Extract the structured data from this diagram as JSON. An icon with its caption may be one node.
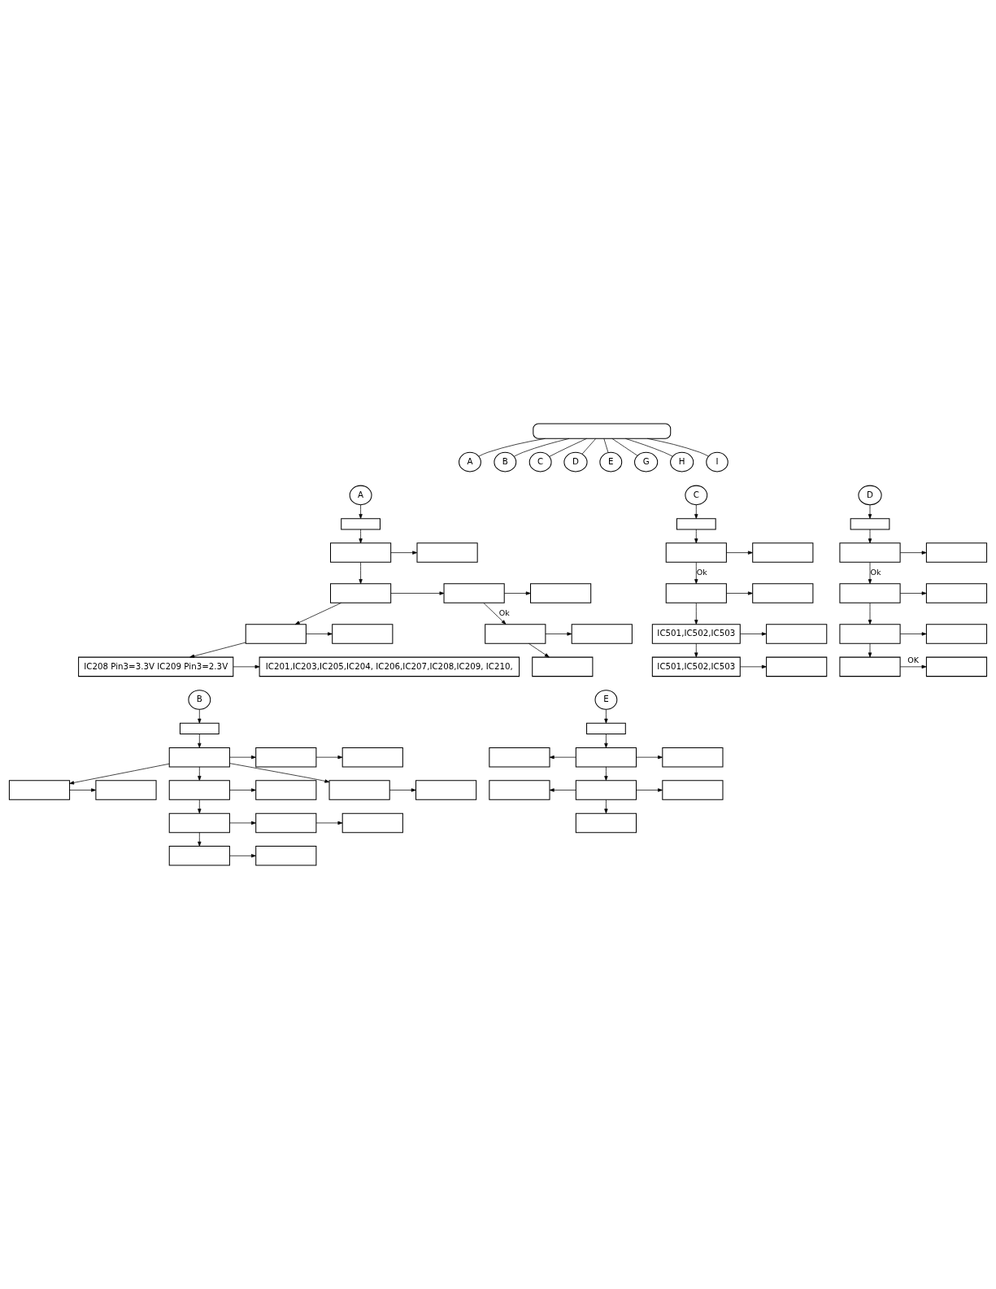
{
  "diagram": {
    "nodes": [
      {
        "text": [],
        "shape": "box"
      },
      {
        "text": [
          "A"
        ]
      },
      {
        "text": [
          "B"
        ]
      },
      {
        "text": [
          "C"
        ]
      },
      {
        "text": [
          "D"
        ]
      },
      {
        "text": [
          "E"
        ]
      },
      {
        "text": [
          "G"
        ]
      },
      {
        "text": [
          "H"
        ]
      },
      {
        "text": [
          "I"
        ]
      },
      {
        "text": [
          "A"
        ]
      },
      {
        "text": [],
        "shape": "box"
      },
      {
        "text": [],
        "shape": "box"
      },
      {
        "text": [],
        "shape": "box"
      },
      {
        "text": [],
        "shape": "box"
      },
      {
        "text": [],
        "shape": "box"
      },
      {
        "text": [],
        "shape": "box"
      },
      {
        "text": [],
        "shape": "box"
      },
      {
        "text": [],
        "shape": "box"
      },
      {
        "text": [],
        "shape": "box"
      },
      {
        "text": [],
        "shape": "box"
      },
      {
        "text": [],
        "shape": "box"
      },
      {
        "text": [
          "IC208 Pin3=3.3V IC209 Pin3=2.3V"
        ]
      },
      {
        "text": [
          "IC201,IC203,IC205,IC204, IC206,IC207,IC208,IC209, IC210,"
        ]
      },
      {
        "text": [
          "B"
        ]
      },
      {
        "text": [],
        "shape": "box"
      },
      {
        "text": [],
        "shape": "box"
      },
      {
        "text": [],
        "shape": "box"
      },
      {
        "text": [],
        "shape": "box"
      },
      {
        "text": [],
        "shape": "box"
      },
      {
        "text": [],
        "shape": "box"
      },
      {
        "text": [],
        "shape": "box"
      },
      {
        "text": [],
        "shape": "box"
      },
      {
        "text": [],
        "shape": "box"
      },
      {
        "text": [],
        "shape": "box"
      },
      {
        "text": [],
        "shape": "box"
      },
      {
        "text": [],
        "shape": "box"
      },
      {
        "text": [],
        "shape": "box"
      },
      {
        "text": [],
        "shape": "box"
      },
      {
        "text": [],
        "shape": "box"
      },
      {
        "text": [
          "C"
        ]
      },
      {
        "text": [],
        "shape": "box"
      },
      {
        "text": [],
        "shape": "box"
      },
      {
        "text": [],
        "shape": "box"
      },
      {
        "text": [],
        "shape": "box"
      },
      {
        "text": [],
        "shape": "box"
      },
      {
        "text": [
          "IC501,IC502,IC503"
        ]
      },
      {
        "text": [],
        "shape": "box"
      },
      {
        "text": [
          "IC501,IC502,IC503"
        ]
      },
      {
        "text": [],
        "shape": "box"
      },
      {
        "text": [
          "D"
        ]
      },
      {
        "text": [],
        "shape": "box"
      },
      {
        "text": [],
        "shape": "box"
      },
      {
        "text": [],
        "shape": "box"
      },
      {
        "text": [],
        "shape": "box"
      },
      {
        "text": [],
        "shape": "box"
      },
      {
        "text": [],
        "shape": "box"
      },
      {
        "text": [],
        "shape": "box"
      },
      {
        "text": [],
        "shape": "box"
      },
      {
        "text": [],
        "shape": "box"
      },
      {
        "text": [
          "E"
        ]
      },
      {
        "text": [],
        "shape": "box"
      },
      {
        "text": [],
        "shape": "box"
      },
      {
        "text": [],
        "shape": "box"
      },
      {
        "text": [],
        "shape": "box"
      },
      {
        "text": [],
        "shape": "box"
      },
      {
        "text": [],
        "shape": "box"
      },
      {
        "text": [],
        "shape": "box"
      },
      {
        "text": [],
        "shape": "box"
      }
    ],
    "edges": [
      {
        "from": 0,
        "to": 1,
        "arrow": "none"
      },
      {
        "from": 0,
        "to": 2,
        "arrow": "none"
      },
      {
        "from": 0,
        "to": 3,
        "arrow": "none"
      },
      {
        "from": 0,
        "to": 4,
        "arrow": "none"
      },
      {
        "from": 0,
        "to": 5,
        "arrow": "none"
      },
      {
        "from": 0,
        "to": 6,
        "arrow": "none"
      },
      {
        "from": 0,
        "to": 7,
        "arrow": "none"
      },
      {
        "from": 0,
        "to": 8,
        "arrow": "none"
      },
      {
        "from": 9,
        "to": 10,
        "arrow": "to"
      },
      {
        "from": 10,
        "to": 11,
        "arrow": "to"
      },
      {
        "from": 11,
        "to": 12,
        "arrow": "to"
      },
      {
        "from": 11,
        "to": 13,
        "arrow": "to"
      },
      {
        "from": 13,
        "to": 14,
        "arrow": "to"
      },
      {
        "from": 14,
        "to": 15,
        "arrow": "to"
      },
      {
        "from": 14,
        "to": 16,
        "arrow": "to",
        "label": "Ok"
      },
      {
        "from": 16,
        "to": 17,
        "arrow": "to"
      },
      {
        "from": 16,
        "to": 18,
        "arrow": "to"
      },
      {
        "from": 13,
        "to": 19,
        "arrow": "to"
      },
      {
        "from": 19,
        "to": 20,
        "arrow": "to"
      },
      {
        "from": 19,
        "to": 21,
        "arrow": "to"
      },
      {
        "from": 21,
        "to": 22,
        "arrow": "to"
      },
      {
        "from": 23,
        "to": 24,
        "arrow": "to"
      },
      {
        "from": 24,
        "to": 25,
        "arrow": "to"
      },
      {
        "from": 25,
        "to": 26,
        "arrow": "to"
      },
      {
        "from": 25,
        "to": 28,
        "arrow": "to"
      },
      {
        "from": 25,
        "to": 30,
        "arrow": "to"
      },
      {
        "from": 26,
        "to": 27,
        "arrow": "to"
      },
      {
        "from": 28,
        "to": 29,
        "arrow": "to"
      },
      {
        "from": 30,
        "to": 31,
        "arrow": "to"
      },
      {
        "from": 25,
        "to": 32,
        "arrow": "to"
      },
      {
        "from": 32,
        "to": 33,
        "arrow": "to"
      },
      {
        "from": 32,
        "to": 34,
        "arrow": "to"
      },
      {
        "from": 34,
        "to": 35,
        "arrow": "to"
      },
      {
        "from": 35,
        "to": 36,
        "arrow": "to"
      },
      {
        "from": 34,
        "to": 37,
        "arrow": "to"
      },
      {
        "from": 37,
        "to": 38,
        "arrow": "to"
      },
      {
        "from": 39,
        "to": 40,
        "arrow": "to"
      },
      {
        "from": 40,
        "to": 41,
        "arrow": "to"
      },
      {
        "from": 41,
        "to": 42,
        "arrow": "to"
      },
      {
        "from": 41,
        "to": 43,
        "arrow": "to",
        "label": "Ok"
      },
      {
        "from": 43,
        "to": 44,
        "arrow": "to"
      },
      {
        "from": 43,
        "to": 45,
        "arrow": "to"
      },
      {
        "from": 45,
        "to": 46,
        "arrow": "to"
      },
      {
        "from": 45,
        "to": 47,
        "arrow": "to"
      },
      {
        "from": 47,
        "to": 48,
        "arrow": "to"
      },
      {
        "from": 49,
        "to": 50,
        "arrow": "to"
      },
      {
        "from": 50,
        "to": 51,
        "arrow": "to"
      },
      {
        "from": 51,
        "to": 52,
        "arrow": "to"
      },
      {
        "from": 51,
        "to": 53,
        "arrow": "to",
        "label": "Ok"
      },
      {
        "from": 53,
        "to": 54,
        "arrow": "to"
      },
      {
        "from": 53,
        "to": 55,
        "arrow": "to"
      },
      {
        "from": 55,
        "to": 56,
        "arrow": "to"
      },
      {
        "from": 55,
        "to": 57,
        "arrow": "to"
      },
      {
        "from": 57,
        "to": 58,
        "arrow": "to",
        "label": "OK"
      },
      {
        "from": 59,
        "to": 60,
        "arrow": "to"
      },
      {
        "from": 60,
        "to": 62,
        "arrow": "to"
      },
      {
        "from": 62,
        "to": 61,
        "arrow": "to"
      },
      {
        "from": 62,
        "to": 63,
        "arrow": "to"
      },
      {
        "from": 62,
        "to": 65,
        "arrow": "to"
      },
      {
        "from": 65,
        "to": 64,
        "arrow": "to"
      },
      {
        "from": 65,
        "to": 66,
        "arrow": "to"
      },
      {
        "from": 65,
        "to": 67,
        "arrow": "to"
      }
    ]
  }
}
